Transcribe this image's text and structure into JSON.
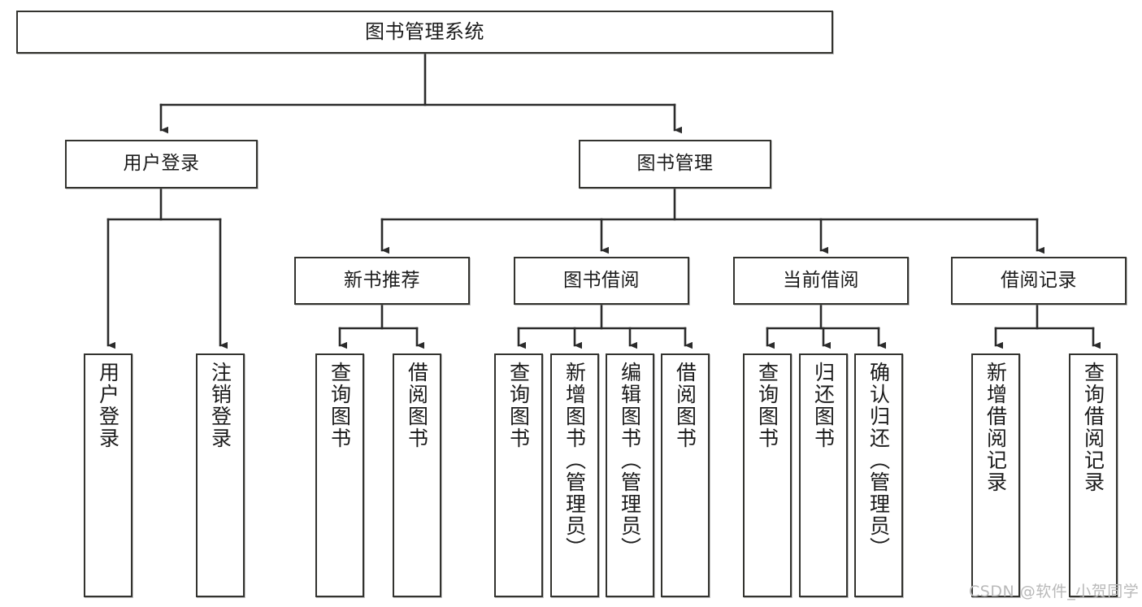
{
  "diagram": {
    "title": "图书管理系统",
    "type": "tree-hierarchy-chart",
    "watermark": "CSDN @软件_小贺同学",
    "colors": {
      "box_border": "#33332f",
      "box_fill": "#ffffff",
      "edge": "#2b2b2b",
      "text": "#1b1b1b",
      "watermark": "#b9b9b9",
      "background": "#ffffff"
    },
    "levels": {
      "root": "图书管理系统",
      "level2": [
        "用户登录",
        "图书管理"
      ],
      "level3": [
        "新书推荐",
        "图书借阅",
        "当前借阅",
        "借阅记录"
      ]
    },
    "nodes": {
      "root": "图书管理系统",
      "user_login": "用户登录",
      "book_manage": "图书管理",
      "new_book_rec": "新书推荐",
      "book_borrow": "图书借阅",
      "current_borrow": "当前借阅",
      "borrow_record": "借阅记录",
      "leaf_user_login": "用户登录",
      "leaf_logout": "注销登录",
      "leaf_query_book_1": "查询图书",
      "leaf_borrow_book_1": "借阅图书",
      "leaf_query_book_2": "查询图书",
      "leaf_add_book_admin": "新增图书（管理员）",
      "leaf_edit_book_admin": "编辑图书（管理员）",
      "leaf_borrow_book_2": "借阅图书",
      "leaf_query_book_3": "查询图书",
      "leaf_return_book": "归还图书",
      "leaf_confirm_return_admin": "确认归还（管理员）",
      "leaf_add_record": "新增借阅记录",
      "leaf_query_record": "查询借阅记录"
    }
  }
}
